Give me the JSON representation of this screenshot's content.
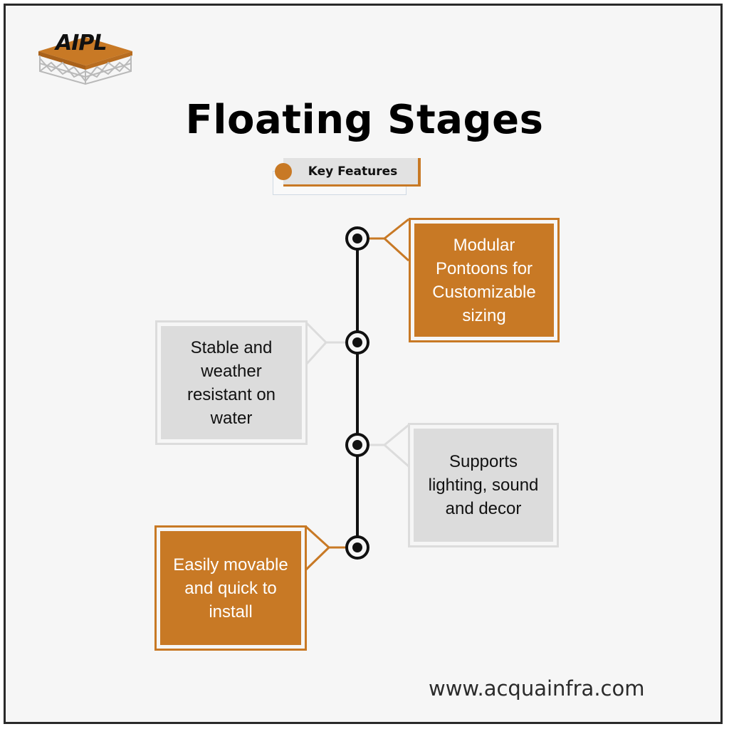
{
  "logo": {
    "text": "AIPL"
  },
  "title": "Floating Stages",
  "section_label": "Key Features",
  "features": [
    {
      "text": "Modular Pontoons for Customizable sizing",
      "style": "orange",
      "side": "right"
    },
    {
      "text": "Stable and weather resistant on water",
      "style": "grey",
      "side": "left"
    },
    {
      "text": "Supports lighting, sound and decor",
      "style": "grey",
      "side": "right"
    },
    {
      "text": "Easily movable and quick to install",
      "style": "orange",
      "side": "left"
    }
  ],
  "website": "www.acquainfra.com",
  "colors": {
    "accent": "#c87925",
    "grey_card": "#dcdcdc",
    "timeline": "#111111",
    "background": "#f6f6f6"
  }
}
